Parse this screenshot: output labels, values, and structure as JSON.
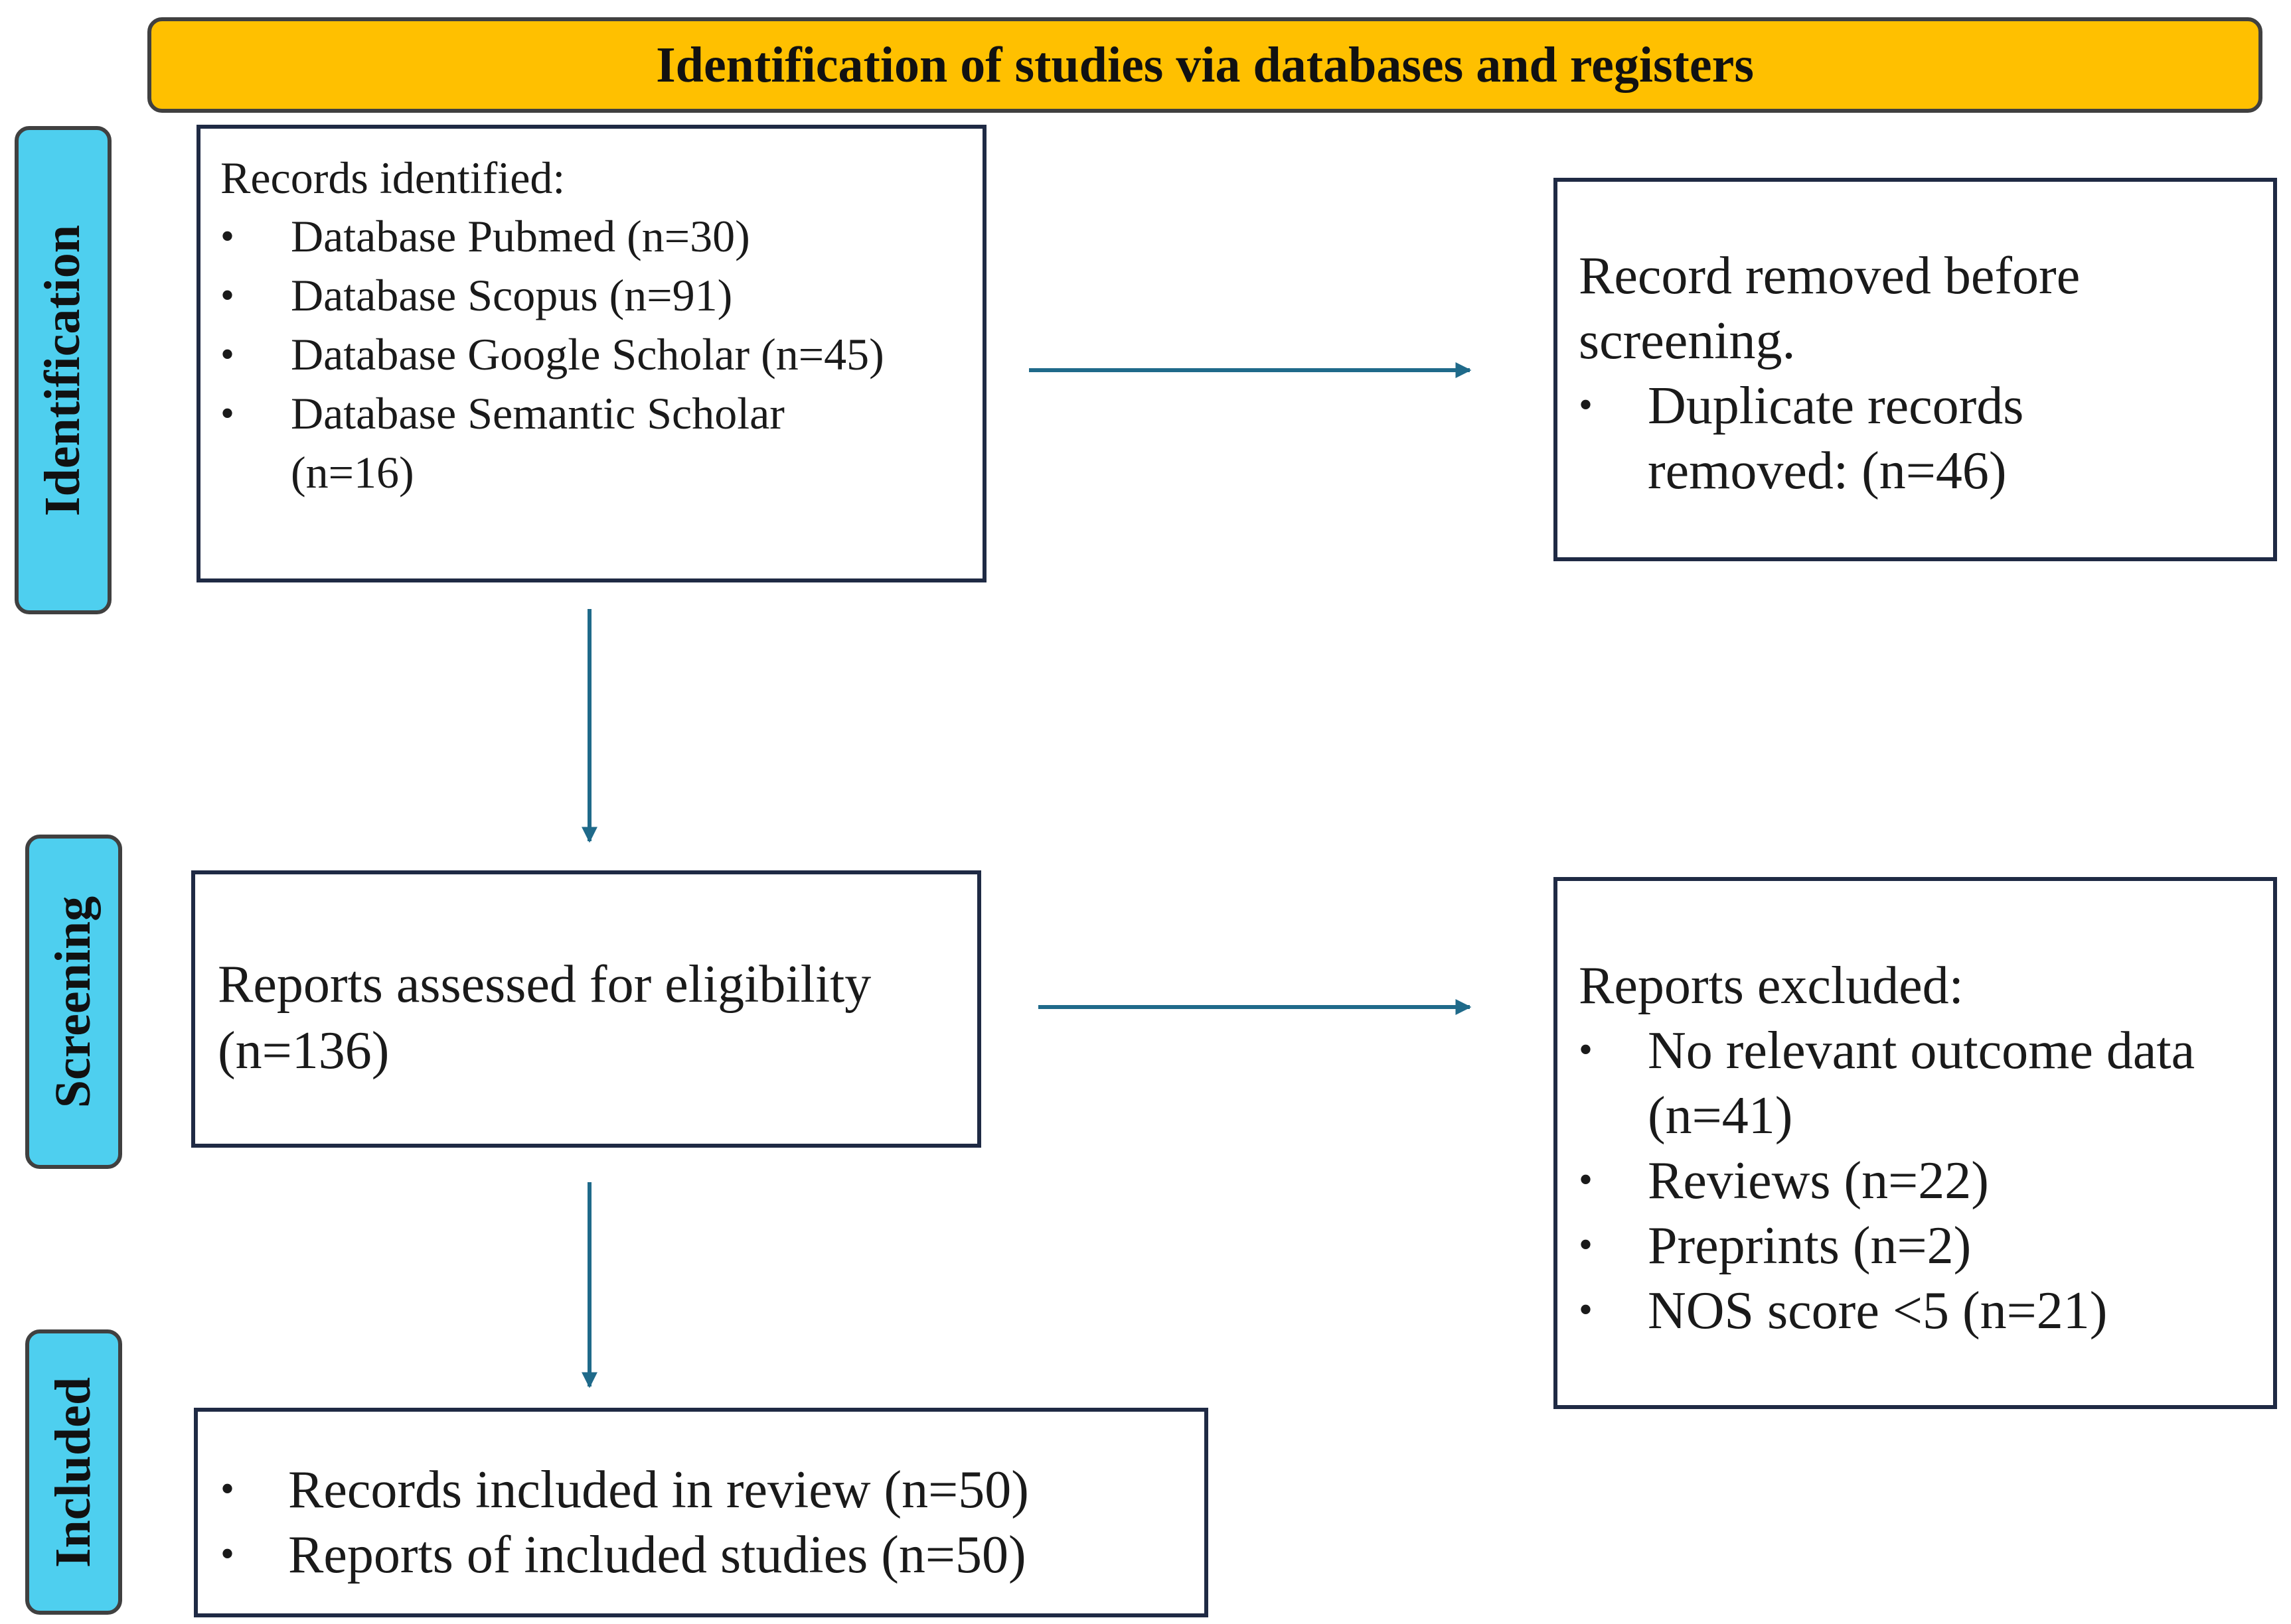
{
  "header": {
    "title": "Identification of studies via databases and registers"
  },
  "stages": {
    "identification": "Identification",
    "screening": "Screening",
    "included": "Included"
  },
  "records_identified": {
    "heading": "Records identified:",
    "items": [
      "Database Pubmed (n=30)",
      "Database Scopus (n=91)",
      "Database Google Scholar (n=45)",
      "Database Semantic Scholar"
    ],
    "last_item_cont": "(n=16)"
  },
  "removed": {
    "line1": "Record removed before",
    "line2": "screening.",
    "item_line1": "Duplicate records",
    "item_line2": "removed: (n=46)"
  },
  "assessed": {
    "line1": "Reports assessed for eligibility",
    "line2": "(n=136)"
  },
  "excluded": {
    "heading": "Reports excluded:",
    "item1_line1": "No relevant outcome data",
    "item1_line2": "(n=41)",
    "item2": "Reviews (n=22)",
    "item3": "Preprints (n=2)",
    "item4": "NOS score <5 (n=21)"
  },
  "included_box": {
    "items": [
      "Records included in review (n=50)",
      "Reports of included studies (n=50)"
    ]
  },
  "colors": {
    "header_fill": "#FFC000",
    "stage_fill": "#4ECFEF",
    "arrow": "#1F6A8A",
    "box_border": "#1f2a44"
  }
}
